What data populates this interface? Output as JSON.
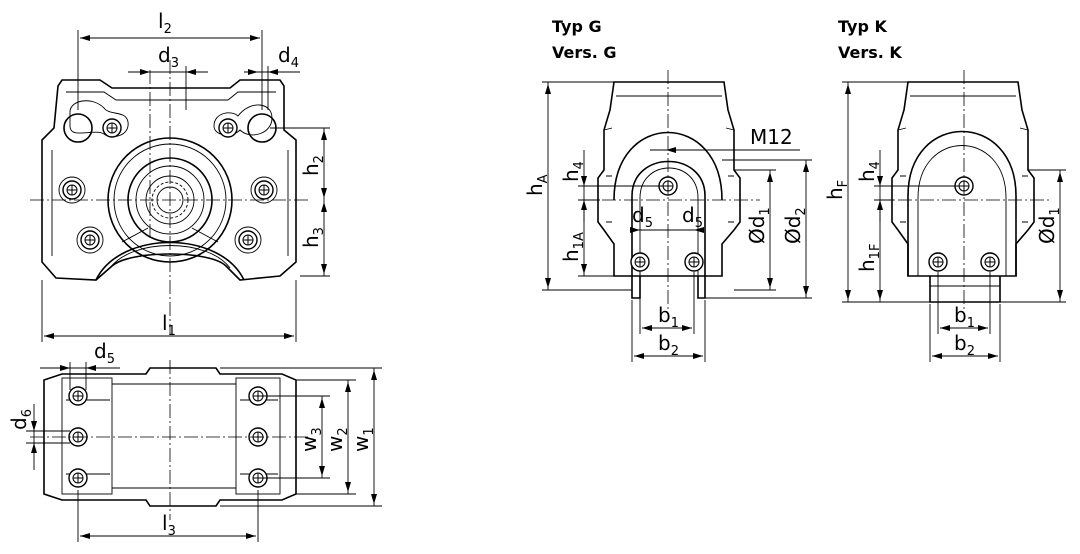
{
  "views": {
    "front": {
      "l2": {
        "base": "l",
        "sub": "2"
      },
      "d3": {
        "base": "d",
        "sub": "3"
      },
      "d4": {
        "base": "d",
        "sub": "4"
      },
      "h2": {
        "base": "h",
        "sub": "2"
      },
      "h3": {
        "base": "h",
        "sub": "3"
      },
      "l1": {
        "base": "l",
        "sub": "1"
      }
    },
    "bottom": {
      "d5": {
        "base": "d",
        "sub": "5"
      },
      "d6": {
        "base": "d",
        "sub": "6"
      },
      "w3": {
        "base": "w",
        "sub": "3"
      },
      "w2": {
        "base": "w",
        "sub": "2"
      },
      "w1": {
        "base": "w",
        "sub": "1"
      },
      "l3": {
        "base": "l",
        "sub": "3"
      }
    },
    "type_g": {
      "title_line1": "Typ G",
      "title_line2": "Vers. G",
      "hA": {
        "base": "h",
        "sub": "A"
      },
      "h4": {
        "base": "h",
        "sub": "4"
      },
      "h1A": {
        "base": "h",
        "sub": "1A"
      },
      "m12": "M12",
      "d5_left": {
        "base": "d",
        "sub": "5"
      },
      "d5_right": {
        "base": "d",
        "sub": "5"
      },
      "od1": {
        "base": "Ød",
        "sub": "1"
      },
      "od2": {
        "base": "Ød",
        "sub": "2"
      },
      "b1": {
        "base": "b",
        "sub": "1"
      },
      "b2": {
        "base": "b",
        "sub": "2"
      }
    },
    "type_k": {
      "title_line1": "Typ K",
      "title_line2": "Vers. K",
      "hF": {
        "base": "h",
        "sub": "F"
      },
      "h4": {
        "base": "h",
        "sub": "4"
      },
      "h1F": {
        "base": "h",
        "sub": "1F"
      },
      "od1": {
        "base": "Ød",
        "sub": "1"
      },
      "b1": {
        "base": "b",
        "sub": "1"
      },
      "b2": {
        "base": "b",
        "sub": "2"
      }
    }
  }
}
